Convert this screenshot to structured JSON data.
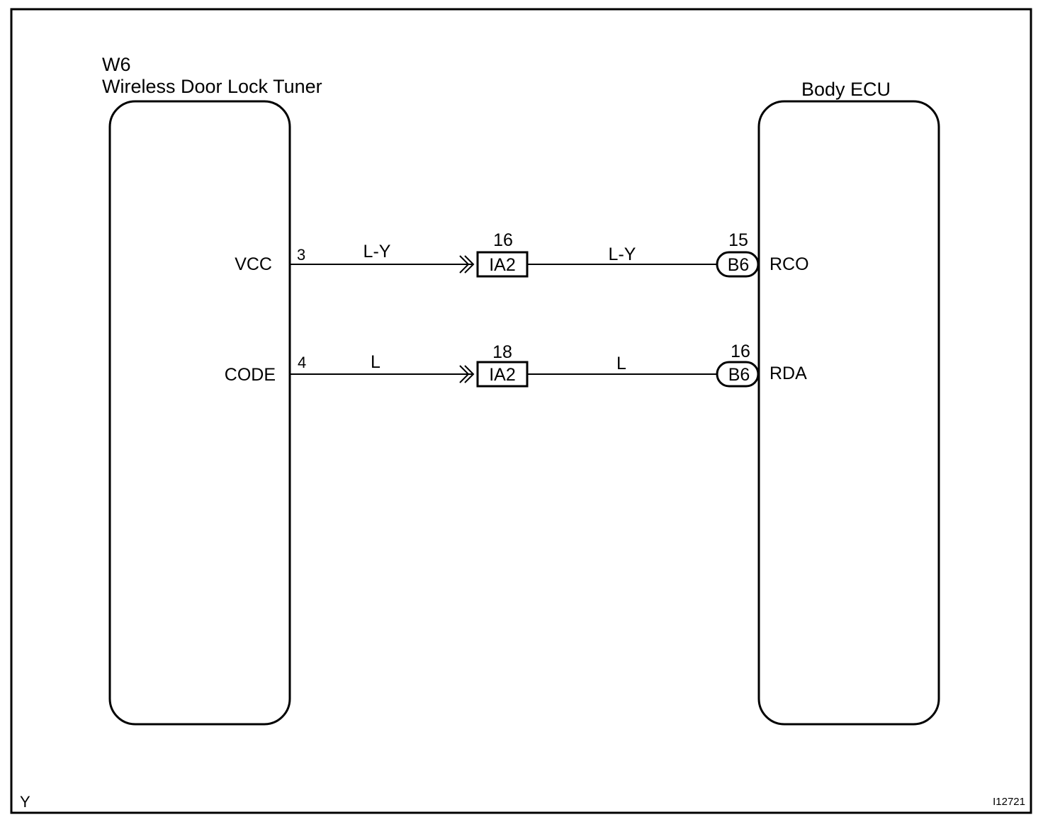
{
  "left_component": {
    "code": "W6",
    "name": "Wireless Door Lock Tuner",
    "pins": [
      {
        "label": "VCC",
        "number": "3"
      },
      {
        "label": "CODE",
        "number": "4"
      }
    ]
  },
  "right_component": {
    "name": "Body ECU",
    "pins": [
      {
        "label": "RCO",
        "number": "15",
        "connector": "B6"
      },
      {
        "label": "RDA",
        "number": "16",
        "connector": "B6"
      }
    ]
  },
  "wires": [
    {
      "color_left": "L-Y",
      "color_right": "L-Y",
      "junction": "IA2",
      "junction_pin": "16"
    },
    {
      "color_left": "L",
      "color_right": "L",
      "junction": "IA2",
      "junction_pin": "18"
    }
  ],
  "footer": {
    "left_mark": "Y",
    "figure_id": "I12721"
  }
}
